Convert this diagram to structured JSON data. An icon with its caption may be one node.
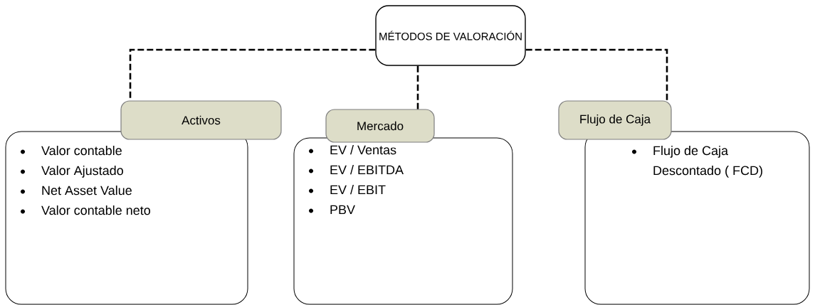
{
  "diagram": {
    "nodes": [
      {
        "text": [
          "MÉTODOS DE VALORACIÓN"
        ]
      },
      {
        "text": [
          "Activos"
        ]
      },
      {
        "text": [
          "Valor contable",
          "Valor Ajustado",
          "Net Asset Value",
          "Valor contable neto"
        ]
      },
      {
        "text": [
          "Mercado"
        ]
      },
      {
        "text": [
          "EV / Ventas",
          "EV / EBITDA",
          "EV / EBIT",
          "PBV"
        ]
      },
      {
        "text": [
          "Flujo de Caja"
        ]
      },
      {
        "text": [
          "Flujo de Caja Descontado ( FCD)"
        ]
      }
    ],
    "edges": [
      {
        "from": 0,
        "to": 1,
        "arrow": "none",
        "style": "dashed"
      },
      {
        "from": 0,
        "to": 3,
        "arrow": "none",
        "style": "dashed"
      },
      {
        "from": 0,
        "to": 5,
        "arrow": "none",
        "style": "dashed"
      }
    ]
  }
}
